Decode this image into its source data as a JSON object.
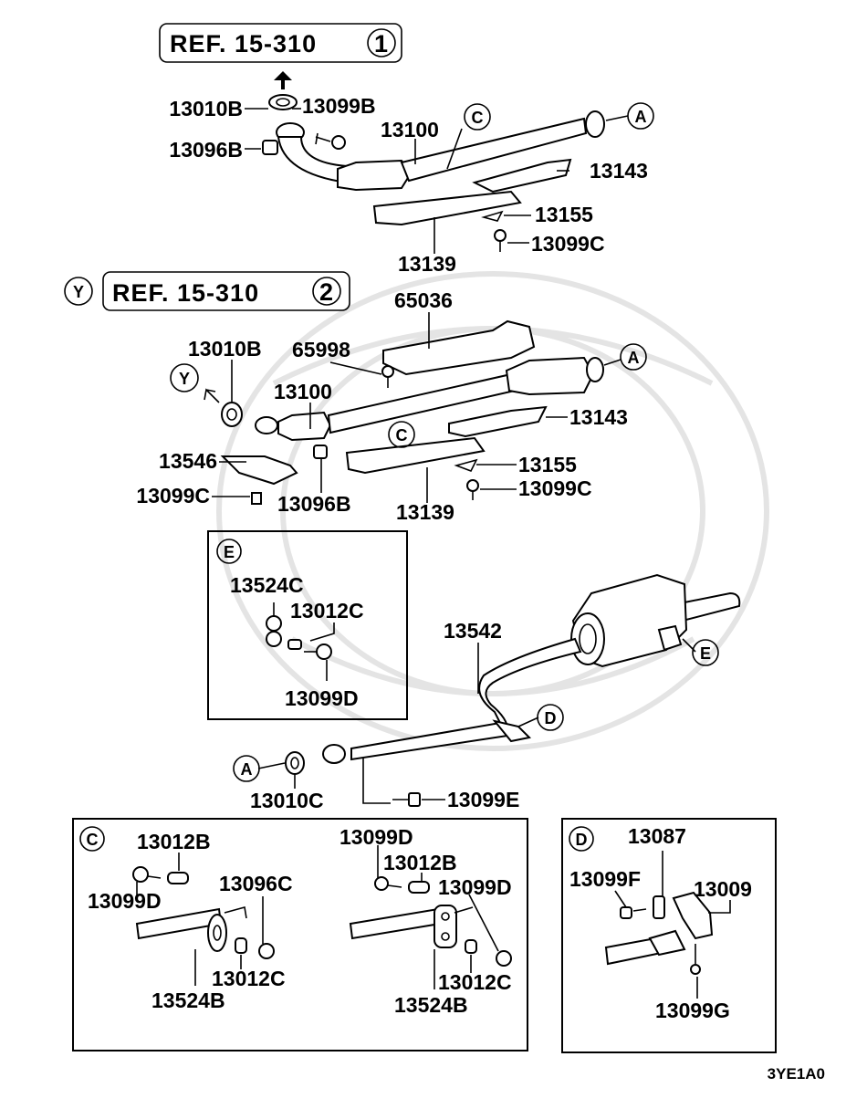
{
  "references": [
    {
      "text": "REF. 15-310",
      "num": "1"
    },
    {
      "text": "REF. 15-310",
      "num": "2"
    }
  ],
  "y_marker": "Y",
  "circle_markers": [
    "A",
    "C",
    "Y",
    "C",
    "A",
    "E",
    "E",
    "D",
    "A",
    "C",
    "D"
  ],
  "top_assembly": [
    "13010B",
    "13099B",
    "13096B",
    "13100",
    "13143",
    "13155",
    "13099C",
    "13139"
  ],
  "mid_assembly": [
    "65036",
    "13010B",
    "65998",
    "13100",
    "13143",
    "13546",
    "13155",
    "13099C",
    "13139",
    "13096B",
    "13099C"
  ],
  "detail_e": [
    "13524C",
    "13012C",
    "13099D"
  ],
  "rear_assembly": [
    "13542",
    "13010C",
    "13099E"
  ],
  "detail_c_left": [
    "13012B",
    "13099D",
    "13096C",
    "13012C",
    "13524B"
  ],
  "detail_c_right": [
    "13099D",
    "13012B",
    "13099D",
    "13012C",
    "13524B"
  ],
  "detail_d": [
    "13087",
    "13099F",
    "13009",
    "13099G"
  ],
  "diagram_code": "3YE1A0"
}
